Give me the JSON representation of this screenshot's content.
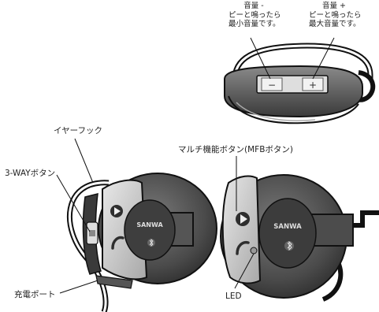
{
  "labels": {
    "vol_minus_title": "音量 -",
    "vol_minus_line1": "ピーと鳴ったら",
    "vol_minus_line2": "最小音量です。",
    "vol_plus_title": "音量 +",
    "vol_plus_line1": "ピーと鳴ったら",
    "vol_plus_line2": "最大音量です。",
    "ear_hook": "イヤーフック",
    "three_way_button": "3-WAYボタン",
    "multi_function_button": "マルチ機能ボタン(MFBボタン)",
    "charging_port": "充電ポート",
    "led": "LED"
  },
  "device": {
    "brand_left": "SANWA",
    "brand_right": "SANWA",
    "minus_symbol": "−",
    "plus_symbol": "+"
  },
  "colors": {
    "body_dark": "#4a4a4a",
    "body_mid": "#6e6e6e",
    "panel_light": "#c8c8c8",
    "outline": "#111111"
  },
  "icons": [
    "play-icon",
    "phone-icon",
    "bluetooth-icon"
  ]
}
